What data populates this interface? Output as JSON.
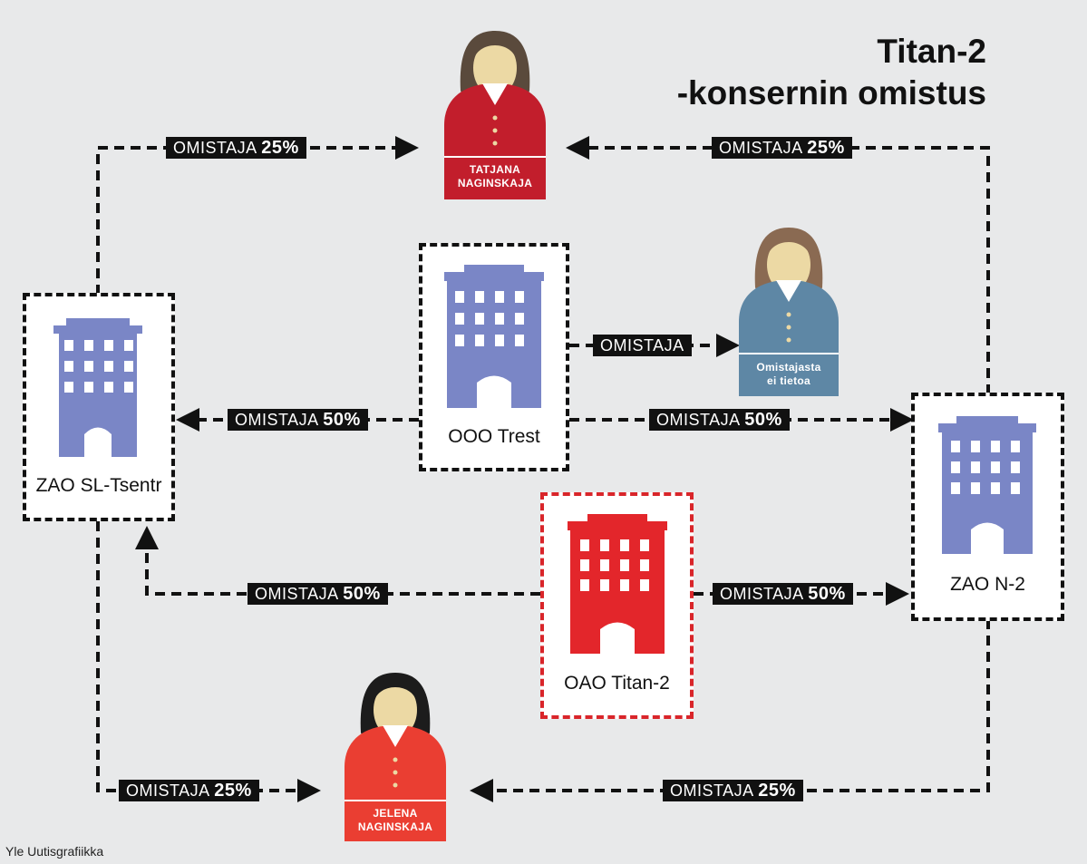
{
  "title": {
    "line1": "Titan-2",
    "line2": "-konsernin omistus"
  },
  "credit": "Yle Uutisgrafiikka",
  "companies": {
    "sl_tsentr": "ZAO SL-Tsentr",
    "trest": "OOO Trest",
    "n2": "ZAO N-2",
    "titan2": "OAO Titan-2"
  },
  "persons": {
    "tatjana": {
      "line1": "TATJANA",
      "line2": "NAGINSKAJA"
    },
    "unknown": {
      "line1": "Omistajasta",
      "line2": "ei tietoa"
    },
    "jelena": {
      "line1": "JELENA",
      "line2": "NAGINSKAJA"
    }
  },
  "edges": {
    "sl_to_tatjana": {
      "label": "OMISTAJA",
      "pct": "25%"
    },
    "n2_to_tatjana": {
      "label": "OMISTAJA",
      "pct": "25%"
    },
    "trest_to_unknown": {
      "label": "OMISTAJA",
      "pct": ""
    },
    "trest_to_sl": {
      "label": "OMISTAJA",
      "pct": "50%"
    },
    "trest_to_n2": {
      "label": "OMISTAJA",
      "pct": "50%"
    },
    "titan_to_sl": {
      "label": "OMISTAJA",
      "pct": "50%"
    },
    "titan_to_n2": {
      "label": "OMISTAJA",
      "pct": "50%"
    },
    "sl_to_jelena": {
      "label": "OMISTAJA",
      "pct": "25%"
    },
    "n2_to_jelena": {
      "label": "OMISTAJA",
      "pct": "25%"
    }
  },
  "colors": {
    "background": "#e8e9ea",
    "building_blue": "#7a86c6",
    "building_red": "#e3262b",
    "tatjana_red": "#c21e2c",
    "unknown_blue": "#5e87a5",
    "jelena_red": "#ea3e32",
    "line": "#111111",
    "red_dash": "#d9252a"
  }
}
